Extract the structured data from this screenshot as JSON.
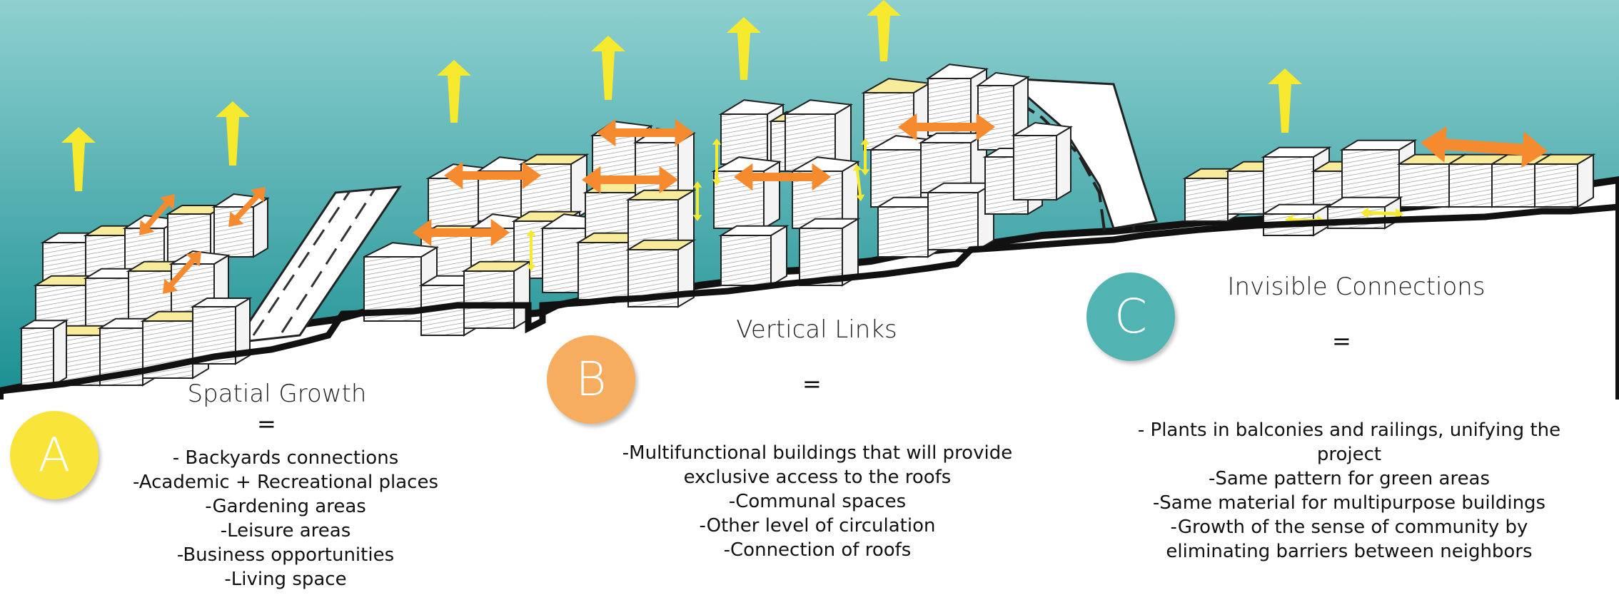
{
  "palette": {
    "sky_top": "#8fd0d0",
    "sky_bottom": "#1a8f92",
    "roof_yellow": "#f8ec9a",
    "arrow_yellow": "#f7e92e",
    "arrow_orange": "#f58a2f",
    "circle_a": "#f9e53a",
    "circle_b": "#f7ad60",
    "circle_c": "#52b3b3"
  },
  "sections": {
    "a": {
      "letter": "A",
      "title": "Spatial Growth",
      "separator": "=",
      "items": [
        "- Backyards connections",
        "-Academic + Recreational places",
        "-Gardening areas",
        "-Leisure areas",
        "-Business opportunities",
        "-Living space"
      ]
    },
    "b": {
      "letter": "B",
      "title": "Vertical Links",
      "separator": "=",
      "items": [
        "-Multifunctional buildings that will provide",
        "exclusive access to the roofs",
        "-Communal spaces",
        "-Other level of circulation",
        "-Connection of roofs"
      ]
    },
    "c": {
      "letter": "C",
      "title": "Invisible Connections",
      "separator": "=",
      "items": [
        "- Plants in balconies and railings, unifying the",
        "project",
        "-Same pattern for green areas",
        "-Same material for multipurpose buildings",
        "-Growth of the sense of community by",
        "eliminating barriers between neighbors"
      ]
    }
  }
}
